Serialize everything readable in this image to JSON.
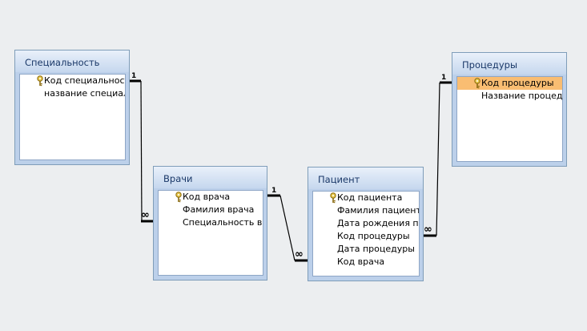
{
  "tables": {
    "specialty": {
      "title": "Специальность",
      "fields": [
        "Код специальности",
        "название специальности"
      ]
    },
    "doctors": {
      "title": "Врачи",
      "fields": [
        "Код врача",
        "Фамилия врача",
        "Специальность врача"
      ]
    },
    "patient": {
      "title": "Пациент",
      "fields": [
        "Код пациента",
        "Фамилия пациента",
        "Дата рождения пациента",
        "Код процедуры",
        "Дата процедуры",
        "Код врача"
      ]
    },
    "procedures": {
      "title": "Процедуры",
      "fields": [
        "Код процедуры",
        "Название процедуры"
      ]
    }
  },
  "relationships": {
    "one": "1",
    "many": "∞"
  },
  "colors": {
    "selected_field": "#f9bd72",
    "table_title": "#1a3868",
    "table_frame": "#bcd0ea",
    "canvas": "#eceef0"
  },
  "icons": {
    "primary_key": "key-icon"
  }
}
